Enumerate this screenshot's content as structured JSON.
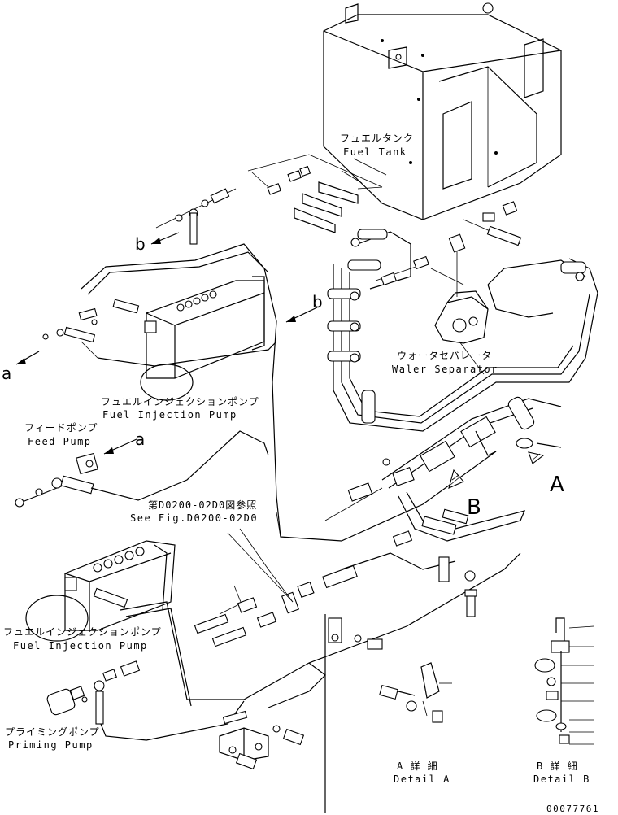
{
  "labels": {
    "fuel_tank_jp": "フュエルタンク",
    "fuel_tank_en": "Fuel Tank",
    "water_separator_jp": "ウォータセパレータ",
    "water_separator_en": "Waler Separator",
    "injection_pump_upper_jp": "フュエルインジェクションポンプ",
    "injection_pump_upper_en": "Fuel Injection Pump",
    "feed_pump_jp": "フィードポンプ",
    "feed_pump_en": "Feed Pump",
    "see_fig_jp": "第D0200-02D0図参照",
    "see_fig_en": "See Fig.D0200-02D0",
    "injection_pump_lower_jp": "フュエルインジェクションポンプ",
    "injection_pump_lower_en": "Fuel Injection Pump",
    "priming_pump_jp": "プライミングポンプ",
    "priming_pump_en": "Priming Pump",
    "detail_a_jp": "A 詳 細",
    "detail_a_en": "Detail A",
    "detail_b_jp": "B 詳 細",
    "detail_b_en": "Detail B",
    "drawing_number": "00077761"
  },
  "markers": {
    "a_left": "a",
    "a_feed": "a",
    "b_upper": "b",
    "b_mid": "b",
    "view_a": "A",
    "view_b": "B"
  }
}
